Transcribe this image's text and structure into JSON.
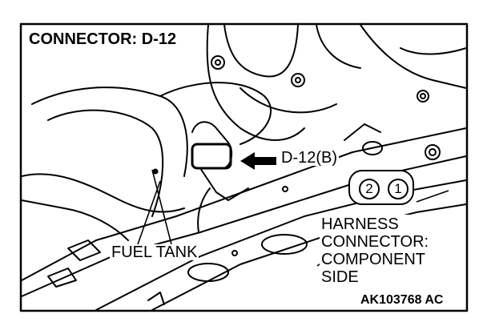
{
  "diagram": {
    "title": "CONNECTOR: D-12",
    "connector_callout": "D-12(B)",
    "fuel_tank_label": "FUEL TANK",
    "harness_label_lines": [
      "HARNESS",
      "CONNECTOR:",
      "COMPONENT",
      "SIDE"
    ],
    "figure_code": "AK103768 AC",
    "pins": [
      "2",
      "1"
    ]
  }
}
